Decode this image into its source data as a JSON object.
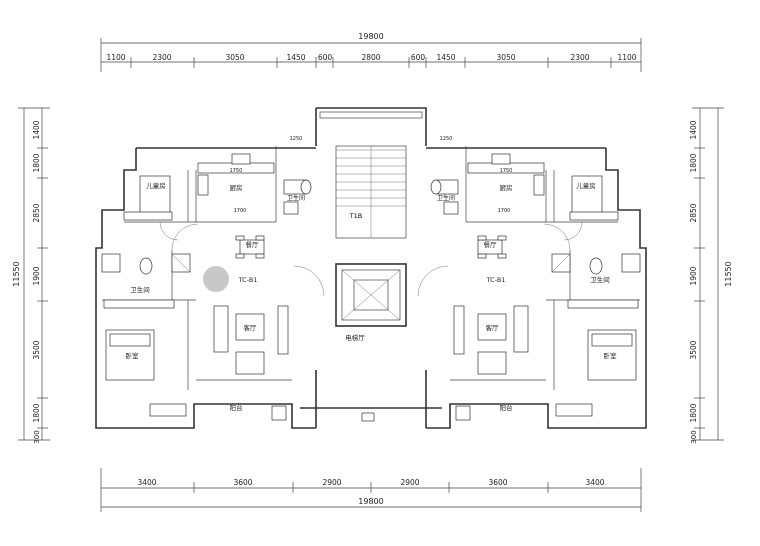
{
  "dimensions": {
    "top_total": "19800",
    "top_segments": [
      "1100",
      "2300",
      "3050",
      "1450",
      "600",
      "2800",
      "600",
      "1450",
      "3050",
      "2300",
      "1100"
    ],
    "bottom_total": "19800",
    "bottom_segments": [
      "3400",
      "3600",
      "2900",
      "2900",
      "3600",
      "3400"
    ],
    "left_total": "11550",
    "left_segments": [
      "1400",
      "1800",
      "2850",
      "1900",
      "3500",
      "1800",
      "300"
    ],
    "right_total": "11550",
    "right_segments": [
      "1400",
      "1800",
      "2850",
      "1900",
      "3500",
      "1800",
      "300"
    ]
  },
  "rooms": {
    "kitchen": "厨房",
    "child_bedroom": "儿童房",
    "bathroom": "卫生间",
    "main_bathroom": "卫生间",
    "dining": "餐厅",
    "living": "客厅",
    "bedroom": "卧室",
    "balcony": "阳台",
    "elevator_hall": "电梯厅",
    "stair": "T1B",
    "unit_tag": "TC-B1",
    "kitchen_width": "1750",
    "kitchen_depth": "1700",
    "bath_width": "1250"
  },
  "colors": {
    "wall": "#333333",
    "marker": "#c8c8c8"
  }
}
